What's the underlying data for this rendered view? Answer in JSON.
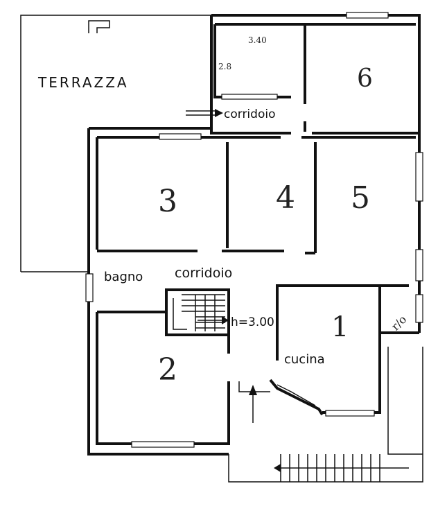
{
  "plan": {
    "labels": {
      "terrace": "TERRAZZA",
      "corridor_top": "corridoio",
      "corridor_mid": "corridoio",
      "bathroom": "bagno",
      "kitchen": "cucina",
      "stair_height": "h=3.00",
      "storage": "r/o",
      "small_room_note_a": "3.40",
      "small_room_note_b": "2.8"
    },
    "room_numbers": {
      "r1": "1",
      "r2": "2",
      "r3": "3",
      "r4": "4",
      "r5": "5",
      "r6": "6"
    },
    "colors": {
      "ink": "#111111",
      "paper": "#ffffff"
    }
  }
}
